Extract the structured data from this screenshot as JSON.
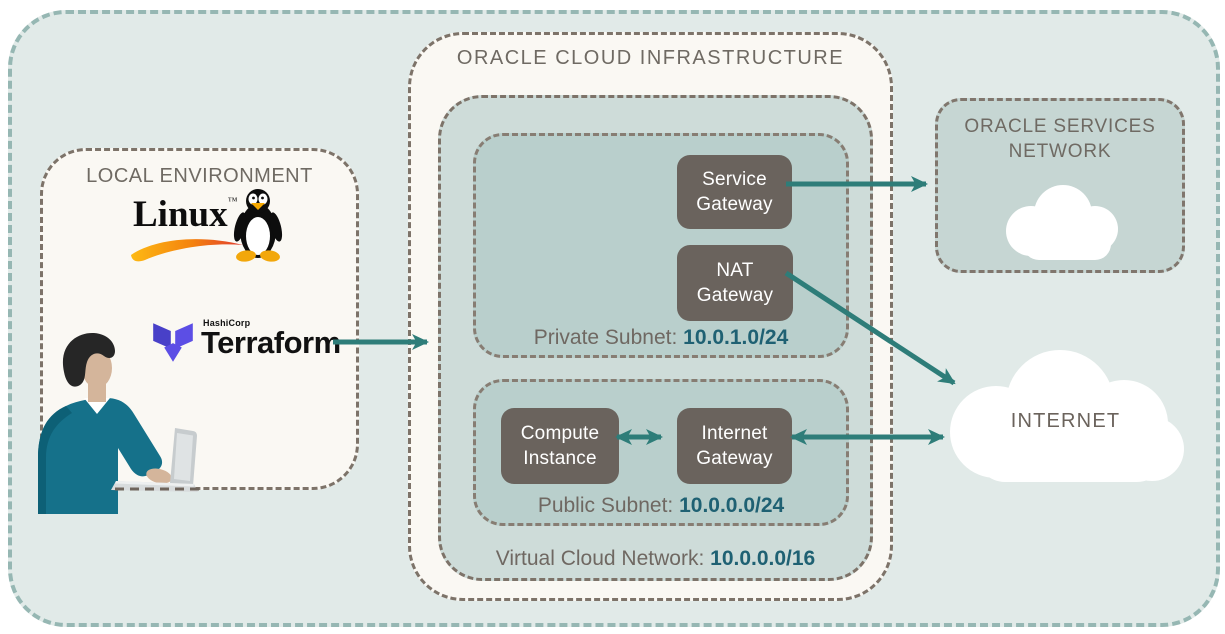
{
  "colors": {
    "outer_bg": "#e1eae8",
    "outer_border": "#96b7b3",
    "panel_bg": "#faf8f3",
    "panel_border": "#7d7369",
    "vcn_bg": "#cedcd9",
    "subnet_bg": "#b9cfcc",
    "node_bg": "#6a635d",
    "node_text": "#ffffff",
    "arrow": "#2e7d79",
    "title_text": "#6f6a63",
    "cidr_text": "#1f6173",
    "terraform_purple": "#5c4ee5",
    "terraform_purple_dark": "#4840c8",
    "linux_swoosh_start": "#fdb913",
    "linux_swoosh_end": "#e03a2f",
    "shirt_teal": "#15718a",
    "skin": "#d4b59b"
  },
  "local_environment": {
    "title": "LOCAL ENVIRONMENT",
    "linux": {
      "wordmark": "Linux",
      "trademark": "™"
    },
    "terraform": {
      "brand": "HashiCorp",
      "wordmark": "Terraform"
    }
  },
  "oci": {
    "title": "ORACLE CLOUD INFRASTRUCTURE",
    "vcn": {
      "label": "Virtual Cloud Network:",
      "cidr": "10.0.0.0/16"
    },
    "private_subnet": {
      "label": "Private Subnet:",
      "cidr": "10.0.1.0/24"
    },
    "public_subnet": {
      "label": "Public Subnet:",
      "cidr": "10.0.0.0/24"
    },
    "nodes": {
      "service_gateway": {
        "line1": "Service",
        "line2": "Gateway"
      },
      "nat_gateway": {
        "line1": "NAT",
        "line2": "Gateway"
      },
      "compute_instance": {
        "line1": "Compute",
        "line2": "Instance"
      },
      "internet_gateway": {
        "line1": "Internet",
        "line2": "Gateway"
      }
    }
  },
  "oracle_services_network": {
    "title_line1": "ORACLE SERVICES",
    "title_line2": "NETWORK"
  },
  "internet": {
    "label": "INTERNET"
  },
  "connections": [
    {
      "from": "terraform",
      "to": "virtual-cloud-network",
      "type": "single"
    },
    {
      "from": "service-gateway",
      "to": "oracle-services-network",
      "type": "single"
    },
    {
      "from": "nat-gateway",
      "to": "internet",
      "type": "single"
    },
    {
      "from": "compute-instance",
      "to": "internet-gateway",
      "type": "double"
    },
    {
      "from": "internet-gateway",
      "to": "internet",
      "type": "double"
    }
  ]
}
